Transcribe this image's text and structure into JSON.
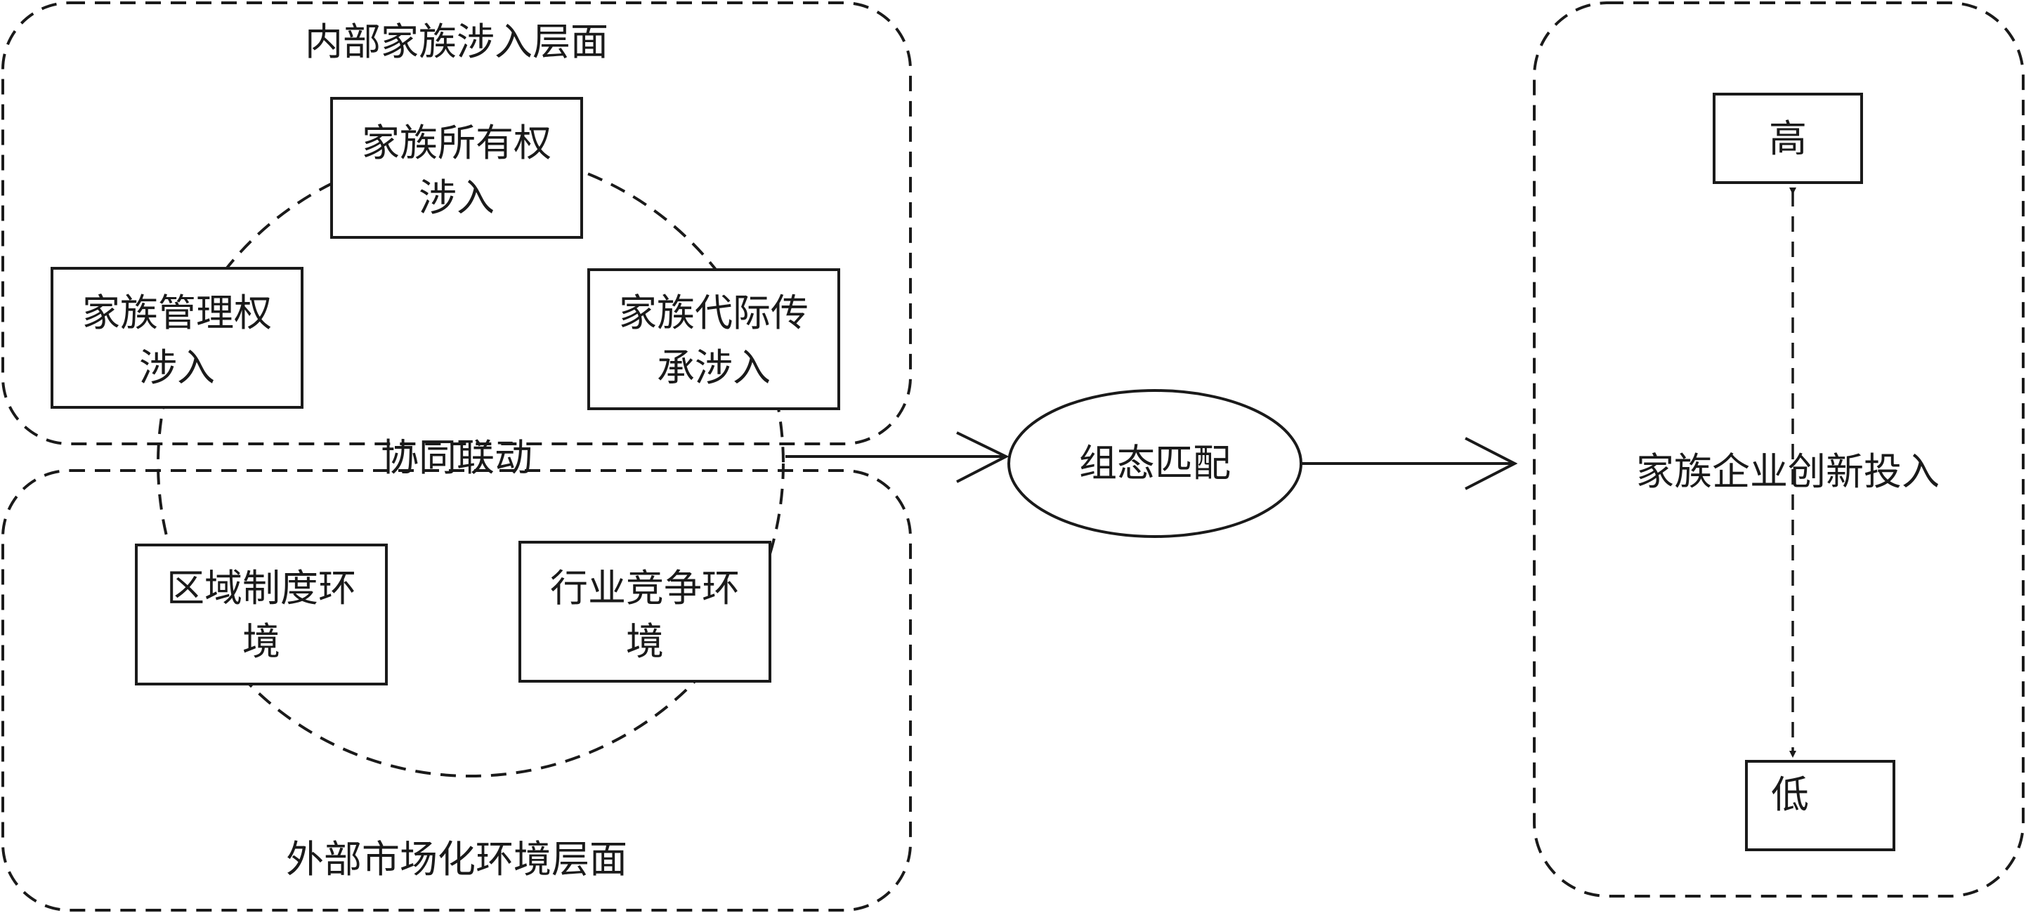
{
  "regions": {
    "internal_title": "内部家族涉入层面",
    "external_title": "外部市场化环境层面"
  },
  "factors": {
    "ownership": [
      "家族所有权",
      "涉入"
    ],
    "management": [
      "家族管理权",
      "涉入"
    ],
    "succession": [
      "家族代际传",
      "承涉入"
    ],
    "regional": [
      "区域制度环",
      "境"
    ],
    "industry": [
      "行业竞争环",
      "境"
    ]
  },
  "center_label": "协同联动",
  "match_label": "组态匹配",
  "outcome": {
    "title": "家族企业创新投入",
    "high": "高",
    "low": "低"
  }
}
